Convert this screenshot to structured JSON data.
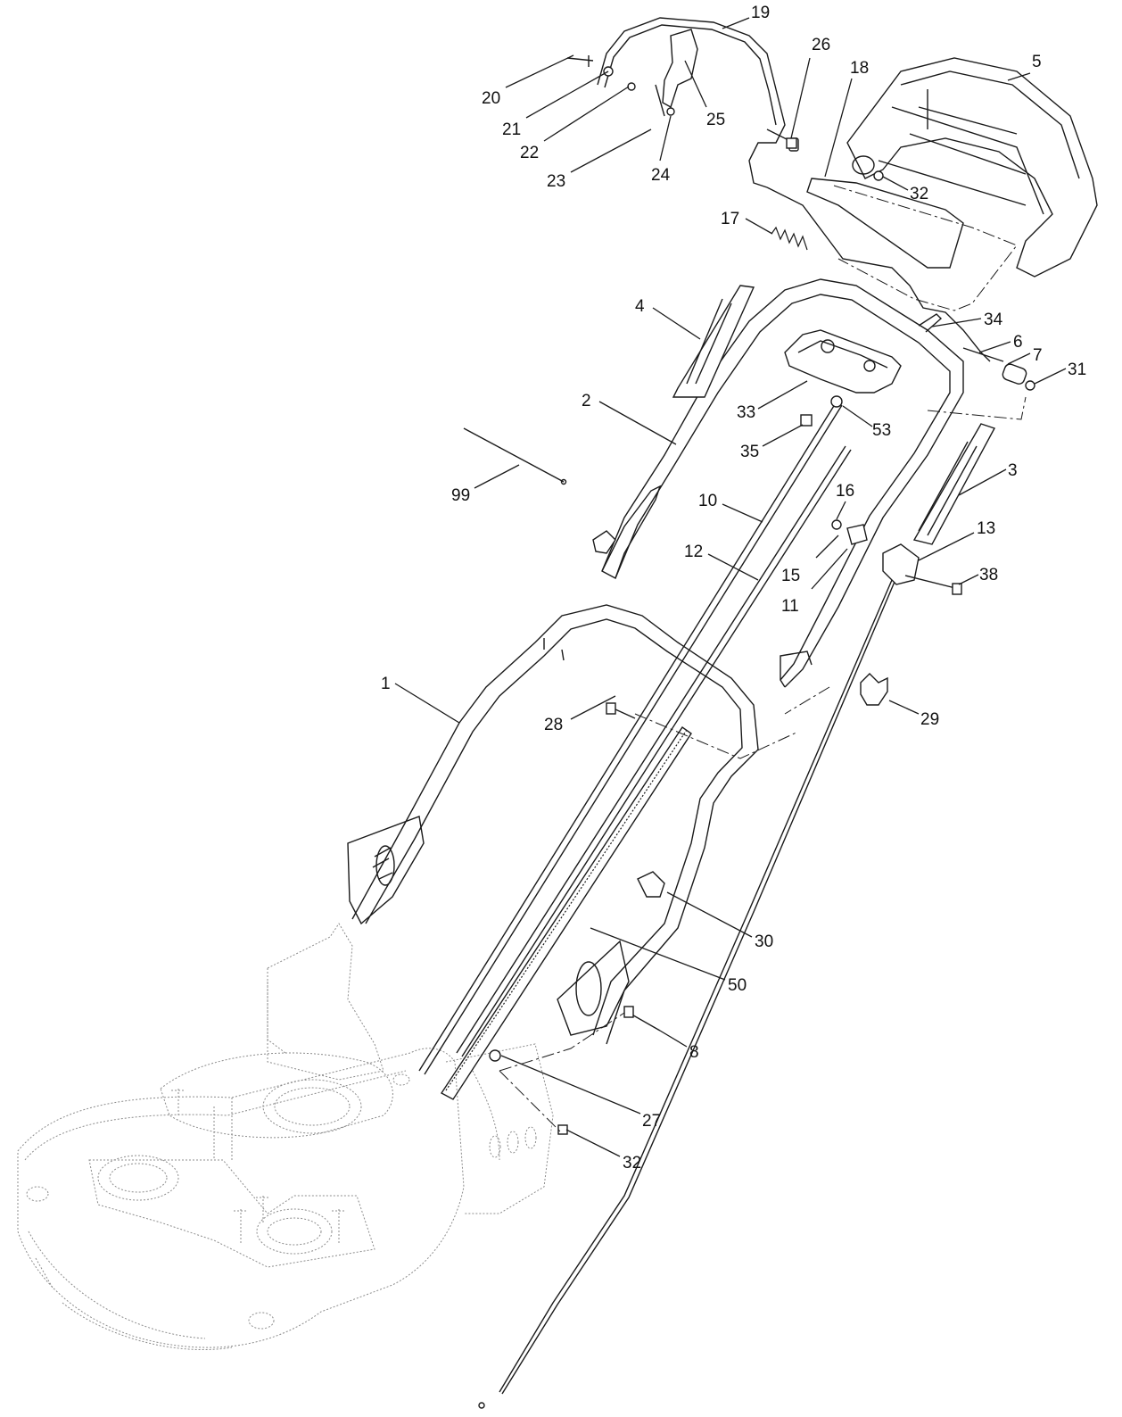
{
  "callouts": [
    {
      "id": "c19",
      "label": "19"
    },
    {
      "id": "c26",
      "label": "26"
    },
    {
      "id": "c18",
      "label": "18"
    },
    {
      "id": "c5",
      "label": "5"
    },
    {
      "id": "c20",
      "label": "20"
    },
    {
      "id": "c21",
      "label": "21"
    },
    {
      "id": "c22",
      "label": "22"
    },
    {
      "id": "c25",
      "label": "25"
    },
    {
      "id": "c23",
      "label": "23"
    },
    {
      "id": "c24",
      "label": "24"
    },
    {
      "id": "c32a",
      "label": "32"
    },
    {
      "id": "c17",
      "label": "17"
    },
    {
      "id": "c4",
      "label": "4"
    },
    {
      "id": "c34",
      "label": "34"
    },
    {
      "id": "c6",
      "label": "6"
    },
    {
      "id": "c7",
      "label": "7"
    },
    {
      "id": "c31",
      "label": "31"
    },
    {
      "id": "c2",
      "label": "2"
    },
    {
      "id": "c33",
      "label": "33"
    },
    {
      "id": "c53",
      "label": "53"
    },
    {
      "id": "c35",
      "label": "35"
    },
    {
      "id": "c3",
      "label": "3"
    },
    {
      "id": "c99",
      "label": "99"
    },
    {
      "id": "c16",
      "label": "16"
    },
    {
      "id": "c10",
      "label": "10"
    },
    {
      "id": "c13",
      "label": "13"
    },
    {
      "id": "c12",
      "label": "12"
    },
    {
      "id": "c15",
      "label": "15"
    },
    {
      "id": "c38",
      "label": "38"
    },
    {
      "id": "c11",
      "label": "11"
    },
    {
      "id": "c1",
      "label": "1"
    },
    {
      "id": "c28",
      "label": "28"
    },
    {
      "id": "c29",
      "label": "29"
    },
    {
      "id": "c30",
      "label": "30"
    },
    {
      "id": "c50",
      "label": "50"
    },
    {
      "id": "c8",
      "label": "8"
    },
    {
      "id": "c27",
      "label": "27"
    },
    {
      "id": "c32b",
      "label": "32"
    }
  ]
}
